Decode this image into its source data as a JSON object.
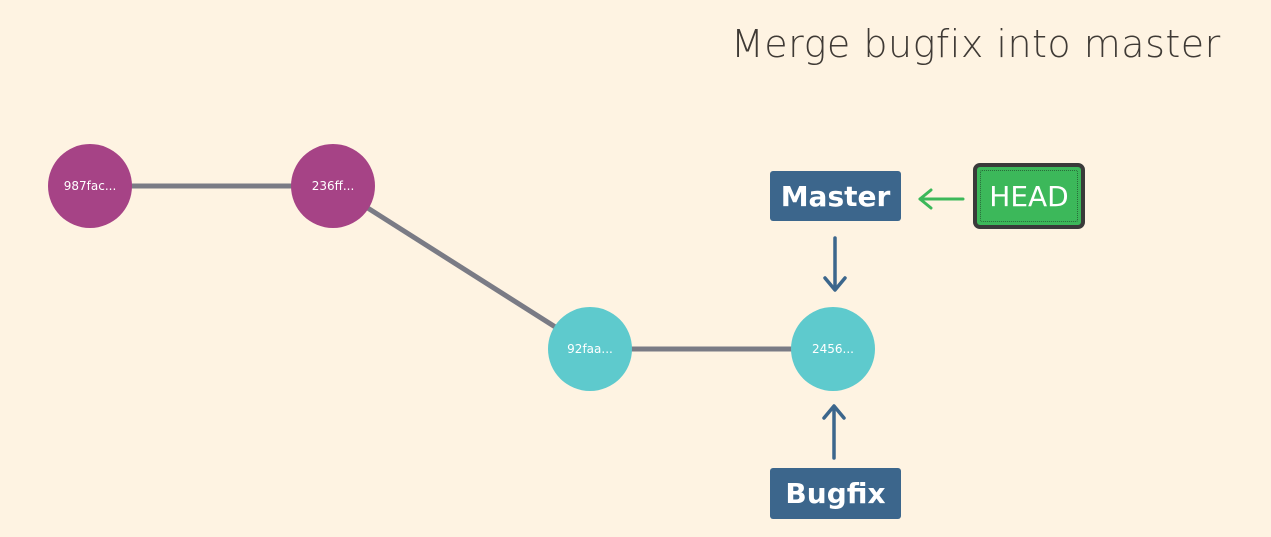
{
  "title": "Merge bugfix into master",
  "commits": [
    {
      "id": "987fac...",
      "branch": "master"
    },
    {
      "id": "236ff...",
      "branch": "master"
    },
    {
      "id": "92faa...",
      "branch": "bugfix"
    },
    {
      "id": "2456...",
      "branch": "bugfix"
    }
  ],
  "edges": [
    {
      "from": "987fac...",
      "to": "236ff..."
    },
    {
      "from": "236ff...",
      "to": "92faa..."
    },
    {
      "from": "92faa...",
      "to": "2456..."
    }
  ],
  "pointers": {
    "master": {
      "label": "Master",
      "points_to": "2456..."
    },
    "bugfix": {
      "label": "Bugfix",
      "points_to": "2456..."
    },
    "head": {
      "label": "HEAD",
      "points_to": "Master"
    }
  },
  "colors": {
    "background": "#fef3e2",
    "master_commit": "#a64386",
    "bugfix_commit": "#5ecacd",
    "branch_label": "#3c668c",
    "head": "#3cb85a",
    "edge": "#7a7b85",
    "pointer_arrow": "#3c668c",
    "head_arrow": "#3cb85a"
  }
}
